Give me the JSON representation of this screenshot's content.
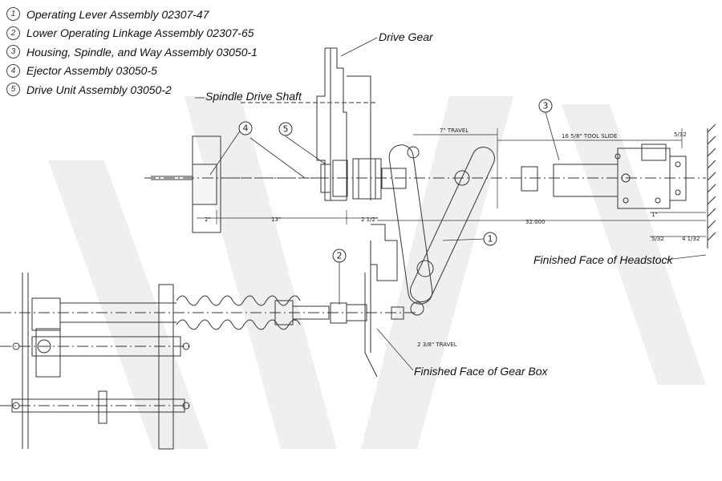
{
  "legend": {
    "items": [
      {
        "num": "1",
        "text": "Operating Lever Assembly 02307-47"
      },
      {
        "num": "2",
        "text": "Lower Operating Linkage Assembly 02307-65"
      },
      {
        "num": "3",
        "text": "Housing, Spindle, and Way Assembly 03050-1"
      },
      {
        "num": "4",
        "text": "Ejector Assembly 03050-5"
      },
      {
        "num": "5",
        "text": "Drive Unit Assembly 03050-2"
      }
    ]
  },
  "callouts": {
    "drive_gear": "Drive Gear",
    "spindle_drive_shaft": "Spindle Drive Shaft",
    "finished_face_headstock": "Finished Face of Headstock",
    "finished_face_gear_box": "Finished Face of Gear Box"
  },
  "bubbles": {
    "b1": "1",
    "b2": "2",
    "b3": "3",
    "b4": "4",
    "b5": "5"
  },
  "dimensions": {
    "travel_7": "7\" TRAVEL",
    "tool_slide": "16 5/8\" TOOL SLIDE",
    "d_5_32_top": "5/32",
    "d_1": "1\"",
    "d_32000": "32.000",
    "d_2": "2\"",
    "d_13": "13\"",
    "d_2_half": "2 1/2\"",
    "d_5_32": "5/32",
    "d_4_1_32": "4 1/32",
    "travel_2_3": "2 3/8\" TRAVEL"
  },
  "colors": {
    "line": "#333333",
    "watermark": "#ececec"
  }
}
